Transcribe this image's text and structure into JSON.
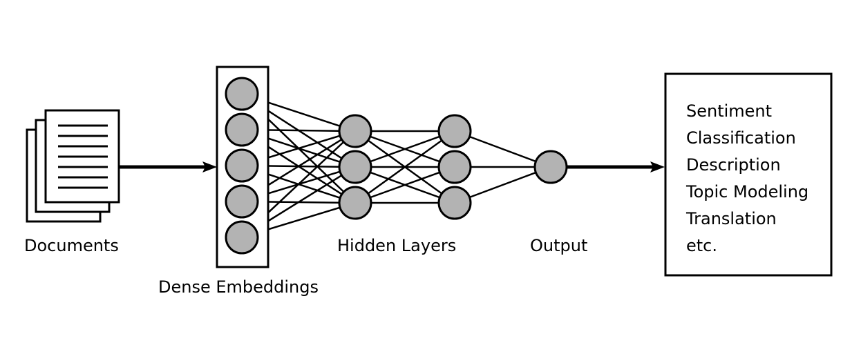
{
  "labels": {
    "documents": "Documents",
    "dense_embeddings": "Dense Embeddings",
    "hidden_layers": "Hidden Layers",
    "output": "Output"
  },
  "tasks": [
    "Sentiment",
    "Classification",
    "Description",
    "Topic Modeling",
    "Translation",
    "etc."
  ],
  "colors": {
    "node_fill": "#b3b3b3",
    "stroke": "#000000"
  },
  "icons": [
    "document-stack-icon"
  ]
}
